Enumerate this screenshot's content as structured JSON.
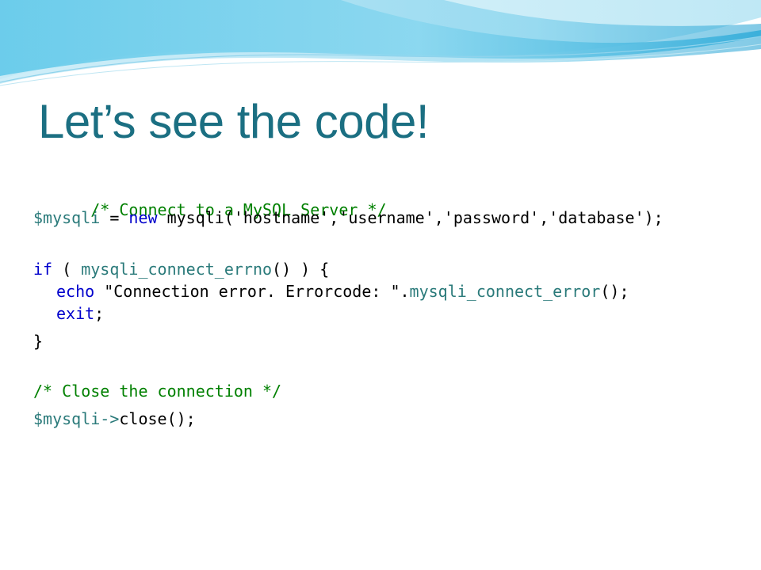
{
  "slide": {
    "title": "Let’s see the code!"
  },
  "code": {
    "l1_comment": "/* Connect to a MySQL Server */",
    "l2_var": "$mysqli",
    "l2_assign": " = ",
    "l2_kw_new": "new",
    "l2_call": " mysqli('hostname','username','password','database');",
    "l3_kw_if": "if",
    "l3_open": " ( ",
    "l3_fn": "mysqli_connect_errno",
    "l3_close": "() ) {",
    "l4_kw_echo": "echo",
    "l4_string": " \"Connection error. Errorcode: \".",
    "l4_fn": "mysqli_connect_error",
    "l4_end": "();",
    "l5_kw_exit": "exit",
    "l5_end": ";",
    "l6_brace": "}",
    "l7_comment": "/* Close the connection */",
    "l8_var": "$mysqli",
    "l8_arrow": "->",
    "l8_call": "close();"
  },
  "colors": {
    "title": "#1b6f82",
    "comment": "#008000",
    "variable": "#2a7a7a",
    "keyword": "#0000cc",
    "wave_light": "#c7ecf6",
    "wave_mid": "#7ccde8",
    "wave_dark": "#2aa9d8"
  }
}
